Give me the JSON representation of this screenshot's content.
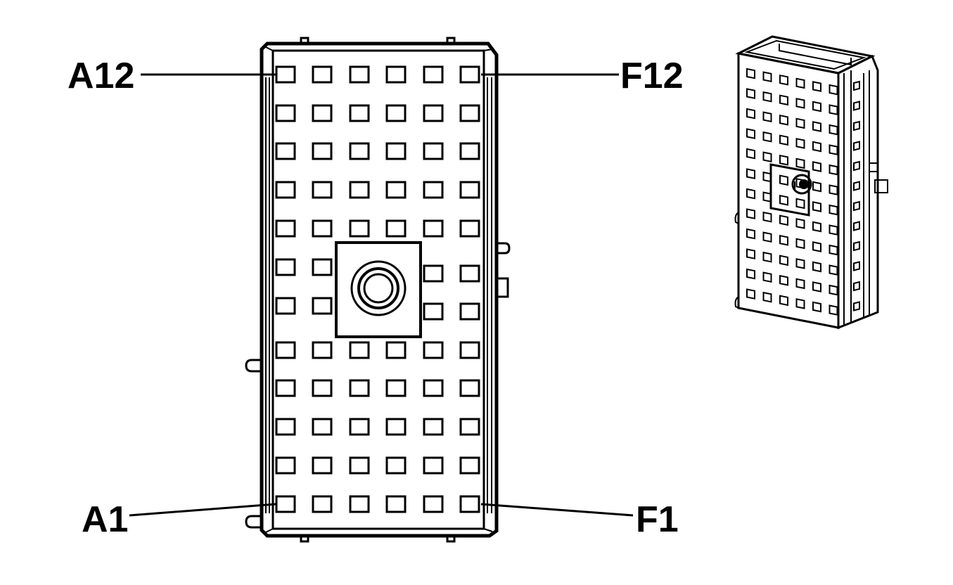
{
  "diagram": {
    "labels": {
      "top_left": "A12",
      "top_right": "F12",
      "bottom_left": "A1",
      "bottom_right": "F1"
    },
    "connector": {
      "columns": 6,
      "rows": 12
    },
    "colors": {
      "ink": "#000000",
      "background": "#ffffff"
    }
  }
}
